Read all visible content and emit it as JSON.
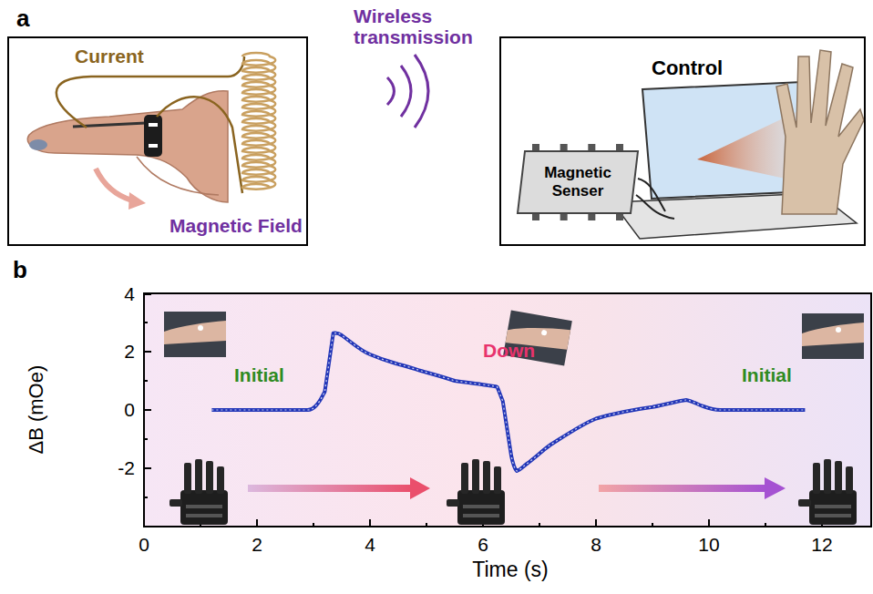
{
  "diagram": {
    "nodes": [
      {
        "text": [
          "Current",
          "Magnetic Field"
        ]
      },
      {
        "text": [
          "Control"
        ]
      },
      {
        "text": [
          "Magnetic Senser"
        ],
        "in": 1
      }
    ],
    "labels": [
      "a",
      "Wireless transmission",
      "b",
      "4",
      "2",
      "0",
      "-2",
      "0",
      "2",
      "4",
      "6",
      "8",
      "10",
      "12",
      "ΔB (mOe)",
      "Time (s)",
      "Initial",
      "Down",
      "Initial"
    ]
  }
}
